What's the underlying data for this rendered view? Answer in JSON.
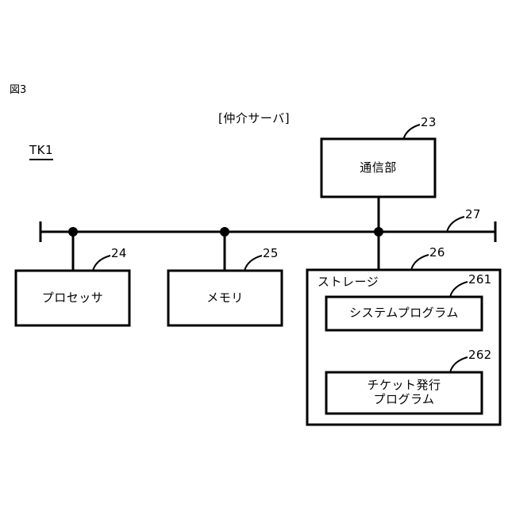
{
  "figure": {
    "number_label": "図3",
    "title": "[仲介サーバ]",
    "system_label": "TK1"
  },
  "blocks": [
    {
      "id": "communication",
      "label": "通信部",
      "ref": "23"
    },
    {
      "id": "processor",
      "label": "プロセッサ",
      "ref": "24"
    },
    {
      "id": "memory",
      "label": "メモリ",
      "ref": "25"
    },
    {
      "id": "storage",
      "label": "ストレージ",
      "ref": "26"
    }
  ],
  "storage_contents": [
    {
      "id": "system-program",
      "label": "システムプログラム",
      "ref": "261"
    },
    {
      "id": "ticket-issuing-program",
      "label_line1": "チケット発行",
      "label_line2": "プログラム",
      "ref": "262"
    }
  ],
  "bus": {
    "ref": "27"
  },
  "colors": {
    "stroke": "#000000",
    "background": "#ffffff",
    "text": "#000000"
  }
}
